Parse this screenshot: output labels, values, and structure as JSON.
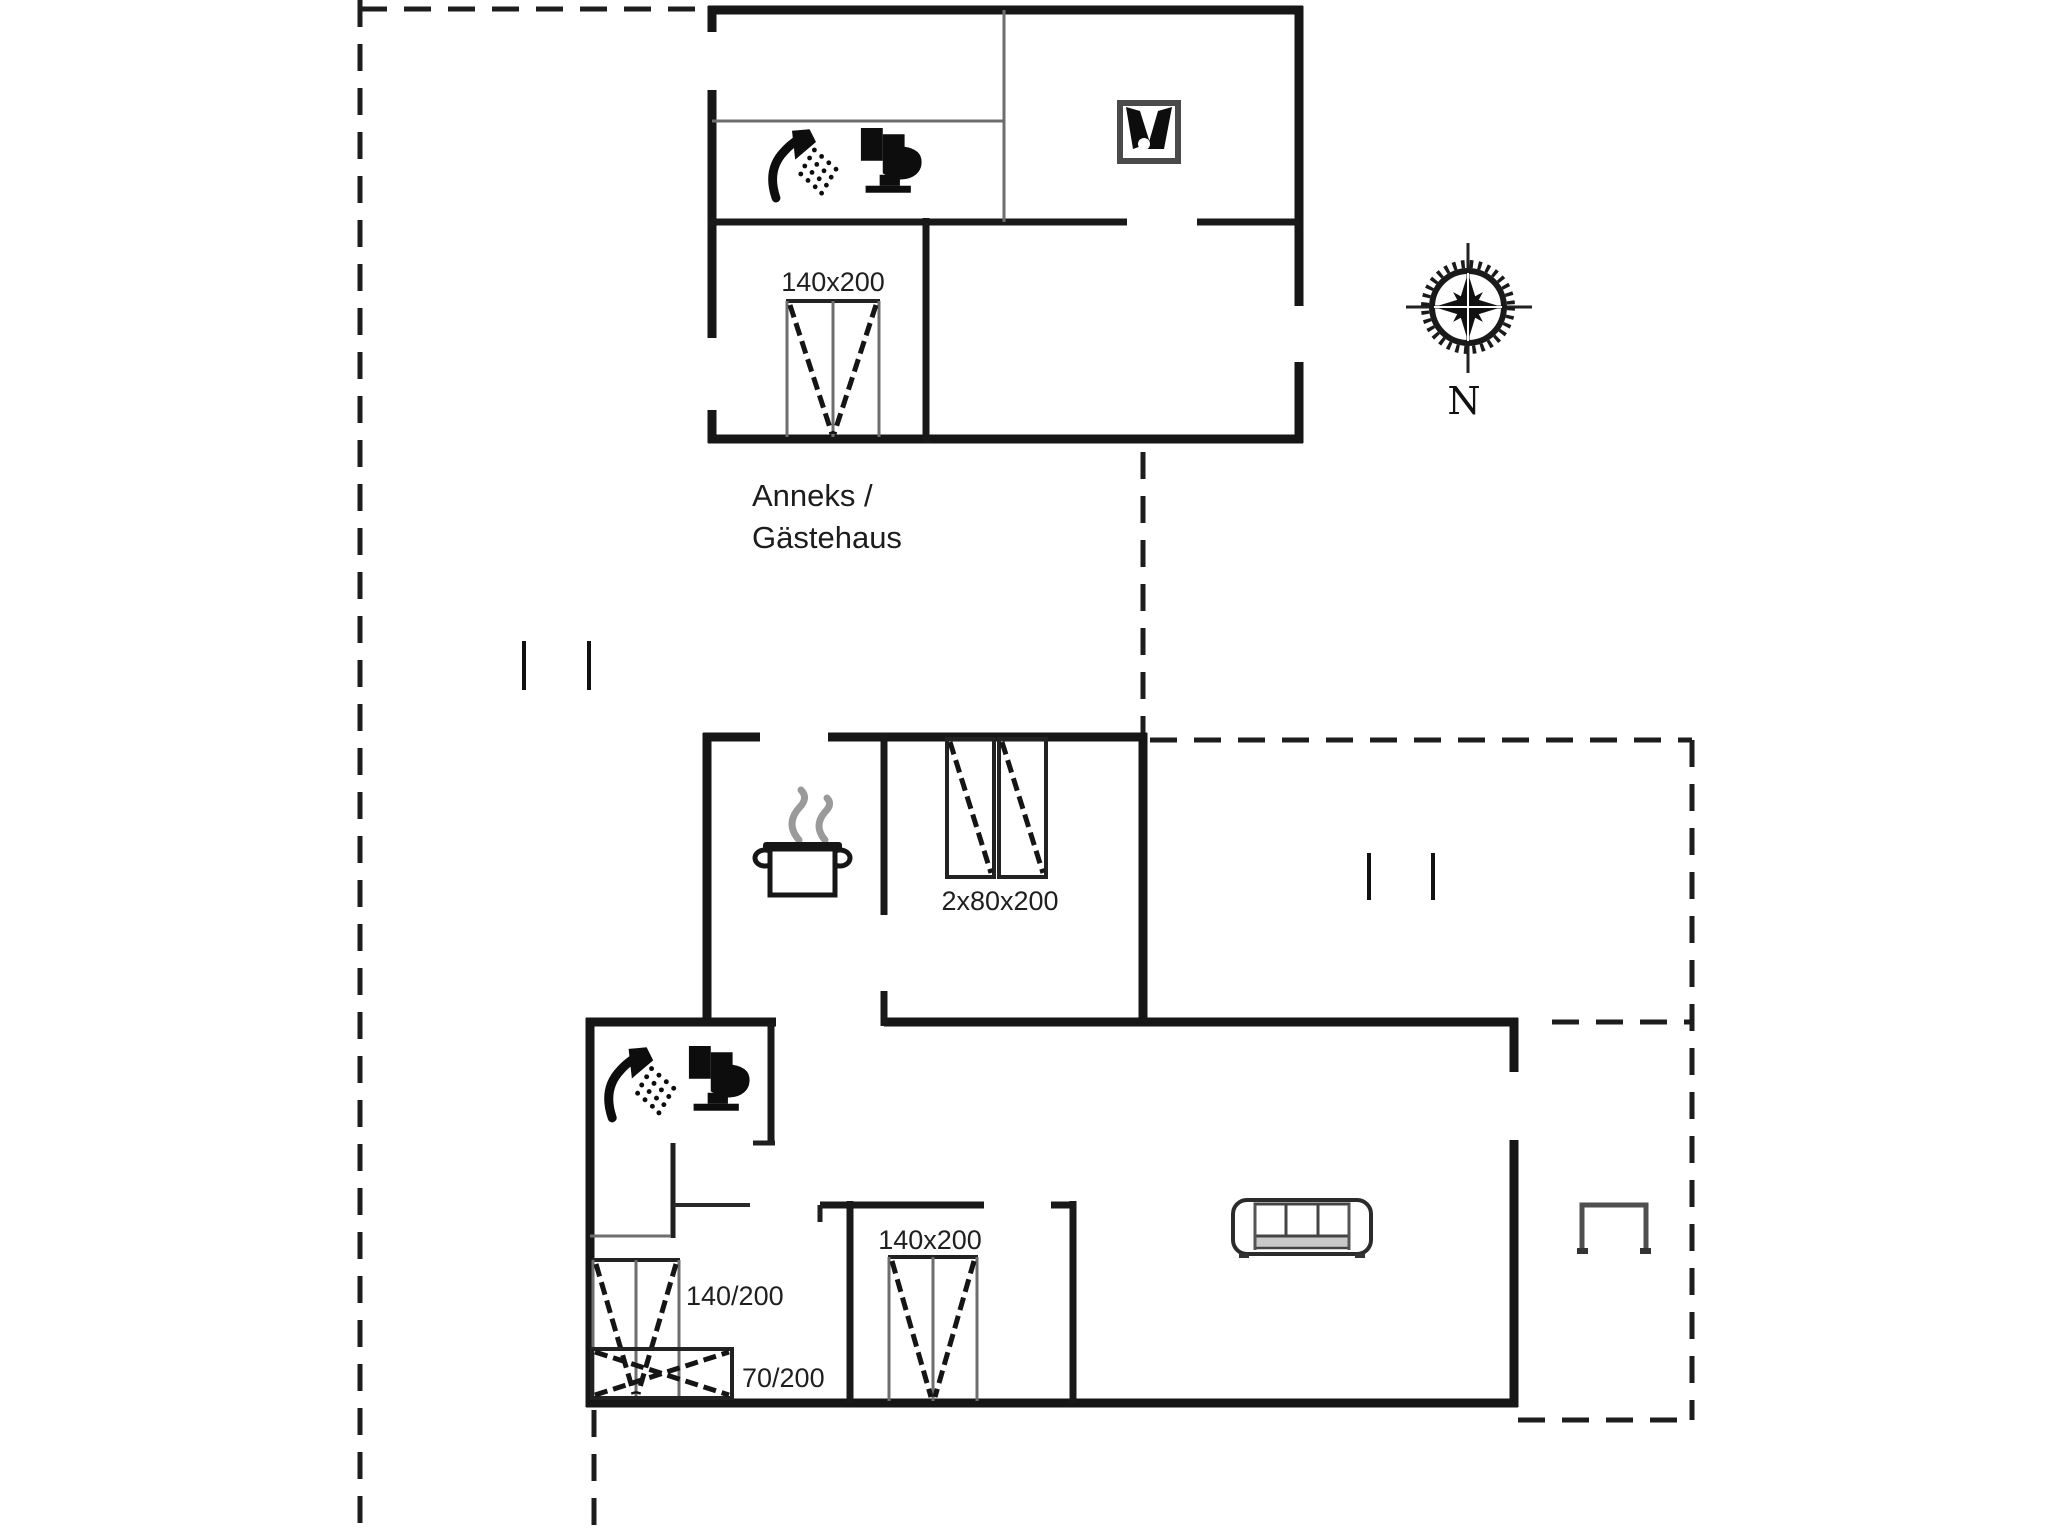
{
  "plan": {
    "type": "floor-plan",
    "annex": {
      "caption_line1": "Anneks /",
      "caption_line2": "Gästehaus",
      "bed_label": "140x200",
      "rooms": [
        "bathroom",
        "bedroom",
        "living room"
      ],
      "icons": [
        "shower-icon",
        "toilet-icon",
        "stove-icon",
        "double-bed-icon"
      ]
    },
    "main_house": {
      "kitchen_icon": "cooking-pot-icon",
      "bed_label_twin": "2x80x200",
      "bed_label_middle": "140x200",
      "bed_label_left": "140/200",
      "bed_label_small": "70/200",
      "icons": [
        "shower-icon",
        "toilet-icon",
        "cooking-pot-icon",
        "sofa-icon",
        "double-bed-icon",
        "single-bed-icon",
        "terrace-chair-icon"
      ]
    },
    "compass": {
      "north_label": "N"
    },
    "colors": {
      "background": "#ffffff",
      "wall": "#161616",
      "thin_line": "#6e6e6e",
      "dashed_boundary": "#1d1d1d",
      "text": "#1f1f1f",
      "steam": "#9a9a9a"
    }
  }
}
